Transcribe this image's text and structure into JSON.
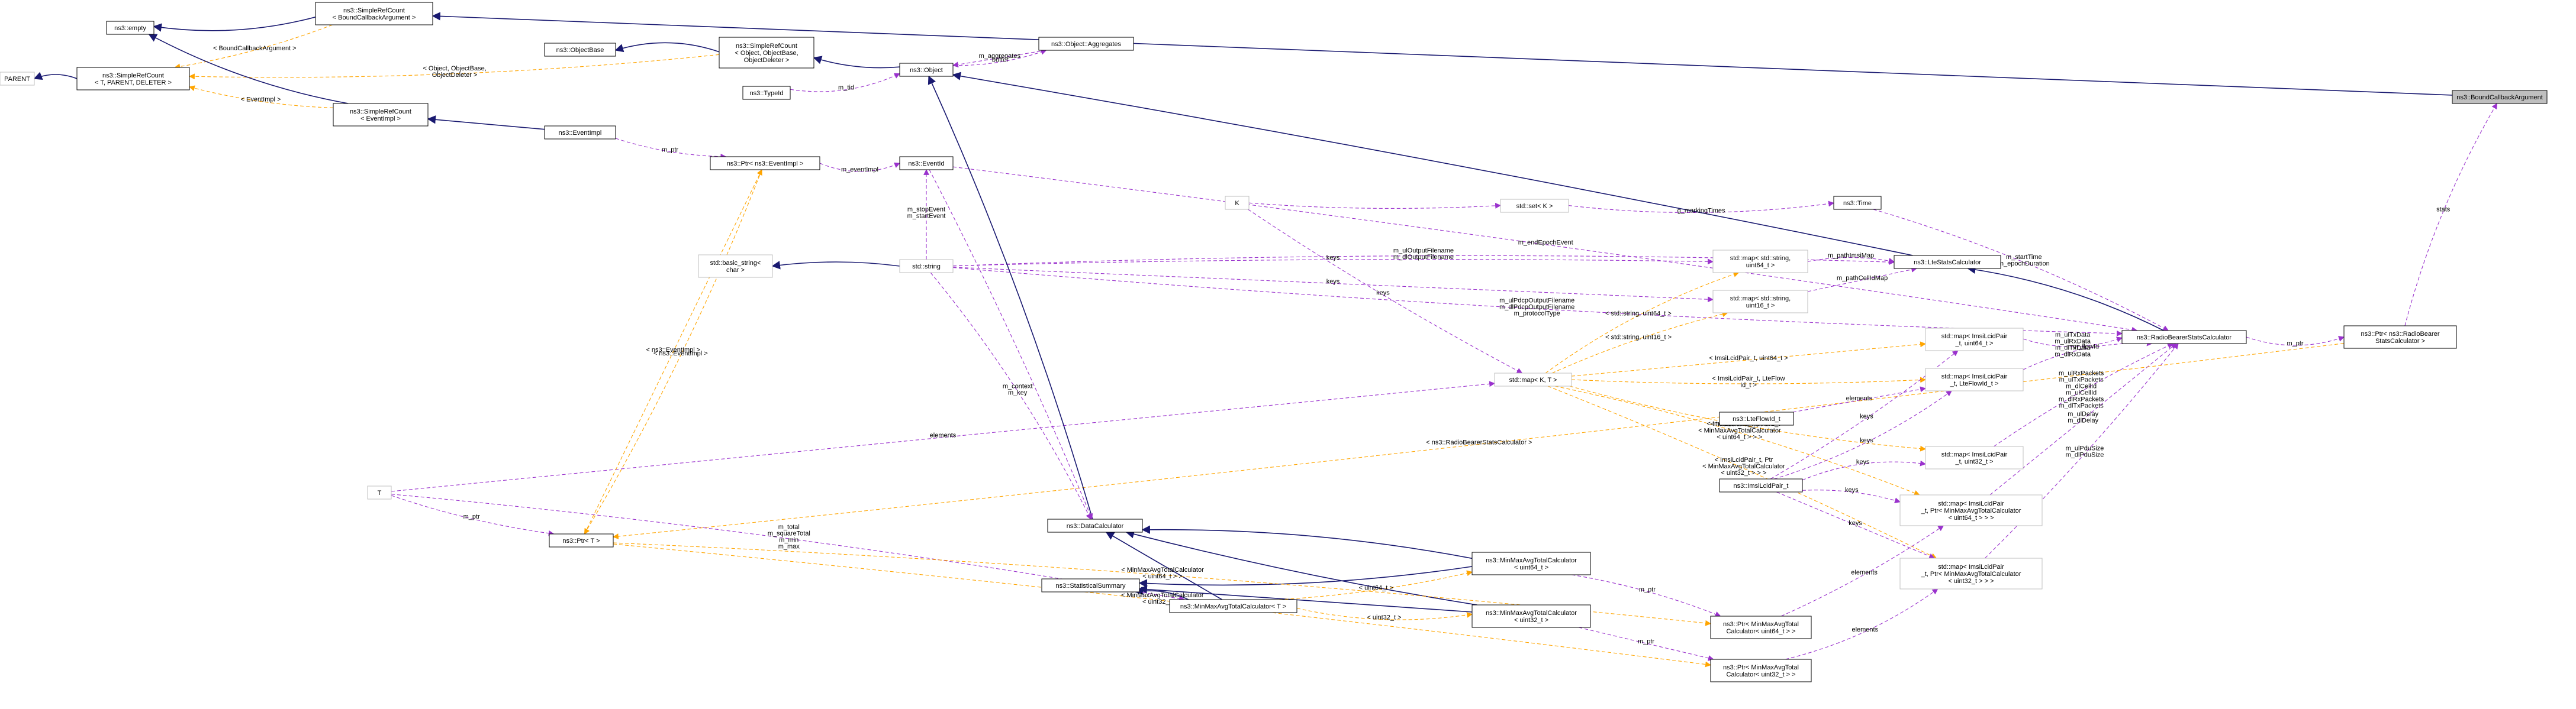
{
  "colors": {
    "inherit_edge": "#191970",
    "usage_edge": "#9a32cd",
    "template_edge": "#ffa500",
    "node_border": "#000000",
    "external_border": "#bfbfbf",
    "highlight_fill": "#bfbfbf",
    "text": "#000000"
  },
  "nodes": [
    {
      "id": "bound",
      "lines": [
        "ns3::BoundCallbackArgument"
      ],
      "kind": "highlight"
    },
    {
      "id": "empty",
      "lines": [
        "ns3::empty"
      ],
      "kind": "normal"
    },
    {
      "id": "srcbound",
      "lines": [
        "ns3::SimpleRefCount",
        "< BoundCallbackArgument >"
      ],
      "kind": "normal"
    },
    {
      "id": "parent",
      "lines": [
        "PARENT"
      ],
      "kind": "external"
    },
    {
      "id": "srctpl",
      "lines": [
        "ns3::SimpleRefCount",
        "< T, PARENT, DELETER >"
      ],
      "kind": "normal"
    },
    {
      "id": "objbase",
      "lines": [
        "ns3::ObjectBase"
      ],
      "kind": "normal"
    },
    {
      "id": "srcobj",
      "lines": [
        "ns3::SimpleRefCount",
        "< Object, ObjectBase,",
        "ObjectDeleter >"
      ],
      "kind": "normal"
    },
    {
      "id": "object",
      "lines": [
        "ns3::Object"
      ],
      "kind": "normal"
    },
    {
      "id": "aggregates",
      "lines": [
        "ns3::Object::Aggregates"
      ],
      "kind": "normal"
    },
    {
      "id": "typeid",
      "lines": [
        "ns3::TypeId"
      ],
      "kind": "normal"
    },
    {
      "id": "srcevent",
      "lines": [
        "ns3::SimpleRefCount",
        "< EventImpl >"
      ],
      "kind": "normal"
    },
    {
      "id": "eventimpl",
      "lines": [
        "ns3::EventImpl"
      ],
      "kind": "normal"
    },
    {
      "id": "ptrevent",
      "lines": [
        "ns3::Ptr< ns3::EventImpl >"
      ],
      "kind": "normal"
    },
    {
      "id": "eventid",
      "lines": [
        "ns3::EventId"
      ],
      "kind": "normal"
    },
    {
      "id": "basicstring",
      "lines": [
        "std::basic_string<",
        "char >"
      ],
      "kind": "external"
    },
    {
      "id": "stdstring",
      "lines": [
        "std::string"
      ],
      "kind": "external"
    },
    {
      "id": "K",
      "lines": [
        "K"
      ],
      "kind": "external"
    },
    {
      "id": "setk",
      "lines": [
        "std::set< K >"
      ],
      "kind": "external"
    },
    {
      "id": "time",
      "lines": [
        "ns3::Time"
      ],
      "kind": "normal"
    },
    {
      "id": "mapstr64",
      "lines": [
        "std::map< std::string,",
        "uint64_t >"
      ],
      "kind": "external"
    },
    {
      "id": "mapstr16",
      "lines": [
        "std::map< std::string,",
        "uint16_t >"
      ],
      "kind": "external"
    },
    {
      "id": "ltestats",
      "lines": [
        "ns3::LteStatsCalculator"
      ],
      "kind": "normal"
    },
    {
      "id": "stdmapk",
      "lines": [
        "std::map< K, T >"
      ],
      "kind": "external"
    },
    {
      "id": "mapimsi64",
      "lines": [
        "std::map< ImsiLcidPair",
        "_t, uint64_t >"
      ],
      "kind": "external"
    },
    {
      "id": "mapimsiflow",
      "lines": [
        "std::map< ImsiLcidPair",
        "_t, LteFlowId_t >"
      ],
      "kind": "external"
    },
    {
      "id": "lteflowid",
      "lines": [
        "ns3::LteFlowId_t"
      ],
      "kind": "normal"
    },
    {
      "id": "mapimsi32",
      "lines": [
        "std::map< ImsiLcidPair",
        "_t, uint32_t >"
      ],
      "kind": "external"
    },
    {
      "id": "imsilcid",
      "lines": [
        "ns3::ImsiLcidPair_t"
      ],
      "kind": "normal"
    },
    {
      "id": "rbstats",
      "lines": [
        "ns3::RadioBearerStatsCalculator"
      ],
      "kind": "normal"
    },
    {
      "id": "ptrrb",
      "lines": [
        "ns3::Ptr< ns3::RadioBearer",
        "StatsCalculator >"
      ],
      "kind": "normal"
    },
    {
      "id": "Tnode",
      "lines": [
        "T"
      ],
      "kind": "external"
    },
    {
      "id": "ptrT",
      "lines": [
        "ns3::Ptr< T >"
      ],
      "kind": "normal"
    },
    {
      "id": "datacalc",
      "lines": [
        "ns3::DataCalculator"
      ],
      "kind": "normal"
    },
    {
      "id": "statsum",
      "lines": [
        "ns3::StatisticalSummary"
      ],
      "kind": "normal"
    },
    {
      "id": "mmatT",
      "lines": [
        "ns3::MinMaxAvgTotalCalculator< T >"
      ],
      "kind": "normal"
    },
    {
      "id": "mmat64",
      "lines": [
        "ns3::MinMaxAvgTotalCalculator",
        "< uint64_t >"
      ],
      "kind": "normal"
    },
    {
      "id": "mmat32",
      "lines": [
        "ns3::MinMaxAvgTotalCalculator",
        "< uint32_t >"
      ],
      "kind": "normal"
    },
    {
      "id": "mapimsiptr64",
      "lines": [
        "std::map< ImsiLcidPair",
        "_t, Ptr< MinMaxAvgTotalCalculator",
        "< uint64_t > > >"
      ],
      "kind": "external"
    },
    {
      "id": "mapimsiptr32",
      "lines": [
        "std::map< ImsiLcidPair",
        "_t, Ptr< MinMaxAvgTotalCalculator",
        "< uint32_t > > >"
      ],
      "kind": "external"
    },
    {
      "id": "ptrmmat64",
      "lines": [
        "ns3::Ptr< MinMaxAvgTotal",
        "Calculator< uint64_t > >"
      ],
      "kind": "normal"
    },
    {
      "id": "ptrmmat32",
      "lines": [
        "ns3::Ptr< MinMaxAvgTotal",
        "Calculator< uint32_t > >"
      ],
      "kind": "normal"
    }
  ],
  "edges": [
    {
      "from": "srcbound",
      "to": "empty",
      "type": "inherit",
      "label": []
    },
    {
      "from": "srcbound",
      "to": "srctpl",
      "type": "template",
      "label": [
        "< BoundCallbackArgument >"
      ]
    },
    {
      "from": "bound",
      "to": "srcbound",
      "type": "inherit",
      "label": []
    },
    {
      "from": "srctpl",
      "to": "parent",
      "type": "inherit",
      "label": []
    },
    {
      "from": "srcobj",
      "to": "objbase",
      "type": "inherit",
      "label": []
    },
    {
      "from": "srcobj",
      "to": "srctpl",
      "type": "template",
      "label": [
        "< Object, ObjectBase,",
        "ObjectDeleter >"
      ]
    },
    {
      "from": "object",
      "to": "srcobj",
      "type": "inherit",
      "label": []
    },
    {
      "from": "aggregates",
      "to": "object",
      "type": "usage",
      "label": [
        "m_aggregates"
      ]
    },
    {
      "from": "object",
      "to": "aggregates",
      "type": "usage",
      "label": [
        "buffer"
      ]
    },
    {
      "from": "typeid",
      "to": "object",
      "type": "usage",
      "label": [
        "m_tid"
      ]
    },
    {
      "from": "srcevent",
      "to": "empty",
      "type": "inherit",
      "label": []
    },
    {
      "from": "srcevent",
      "to": "srctpl",
      "type": "template",
      "label": [
        "< EventImpl >"
      ]
    },
    {
      "from": "eventimpl",
      "to": "srcevent",
      "type": "inherit",
      "label": []
    },
    {
      "from": "eventimpl",
      "to": "ptrevent",
      "type": "usage",
      "label": [
        "m_ptr"
      ]
    },
    {
      "from": "ptrevent",
      "to": "eventid",
      "type": "usage",
      "label": [
        "m_eventImpl"
      ]
    },
    {
      "from": "ptrevent",
      "to": "ptrT",
      "type": "template",
      "label": [
        "< ns3::EventImpl >"
      ]
    },
    {
      "from": "eventid",
      "to": "rbstats",
      "type": "usage",
      "label": [
        "m_endEpochEvent"
      ]
    },
    {
      "from": "stdstring",
      "to": "eventid",
      "type": "usage",
      "label": [
        "m_stopEvent",
        "m_startEvent"
      ]
    },
    {
      "from": "stdstring",
      "to": "basicstring",
      "type": "inherit",
      "label": []
    },
    {
      "from": "stdstring",
      "to": "rbstats",
      "type": "usage",
      "label": [
        "m_ulPdcpOutputFilename",
        "m_dlPdcpOutputFilename",
        "m_protocolType"
      ]
    },
    {
      "from": "stdstring",
      "to": "ltestats",
      "type": "usage",
      "label": [
        "m_ulOutputFilename",
        "m_dlOutputFilename"
      ]
    },
    {
      "from": "stdstring",
      "to": "mapstr64",
      "type": "usage",
      "label": [
        "keys"
      ]
    },
    {
      "from": "stdstring",
      "to": "mapstr16",
      "type": "usage",
      "label": [
        "keys"
      ]
    },
    {
      "from": "K",
      "to": "setk",
      "type": "usage",
      "label": []
    },
    {
      "from": "setk",
      "to": "time",
      "type": "usage",
      "label": [
        "g_markingTimes"
      ]
    },
    {
      "from": "time",
      "to": "rbstats",
      "type": "usage",
      "label": [
        "m_startTime",
        "m_epochDuration"
      ]
    },
    {
      "from": "mapstr64",
      "to": "ltestats",
      "type": "usage",
      "label": [
        "m_pathImsiMap"
      ]
    },
    {
      "from": "mapstr16",
      "to": "ltestats",
      "type": "usage",
      "label": [
        "m_pathCellIdMap"
      ]
    },
    {
      "from": "ltestats",
      "to": "object",
      "type": "inherit",
      "label": []
    },
    {
      "from": "rbstats",
      "to": "ltestats",
      "type": "inherit",
      "label": []
    },
    {
      "from": "stdmapk",
      "to": "mapstr64",
      "type": "template",
      "label": [
        "< std::string, uint64_t >"
      ]
    },
    {
      "from": "stdmapk",
      "to": "mapstr16",
      "type": "template",
      "label": [
        "< std::string, uint16_t >"
      ]
    },
    {
      "from": "stdmapk",
      "to": "mapimsi64",
      "type": "template",
      "label": [
        "< ImsiLcidPair_t, uint64_t >"
      ]
    },
    {
      "from": "stdmapk",
      "to": "mapimsiflow",
      "type": "template",
      "label": [
        "< ImsiLcidPair_t, LteFlow",
        "Id_t >"
      ]
    },
    {
      "from": "stdmapk",
      "to": "mapimsi32",
      "type": "template",
      "label": [
        "< ImsiLcidPair_t, uint32_t >"
      ]
    },
    {
      "from": "stdmapk",
      "to": "mapimsiptr64",
      "type": "template",
      "label": [
        "< ImsiLcidPair_t, Ptr",
        "< MinMaxAvgTotalCalculator",
        "< uint64_t > > >"
      ]
    },
    {
      "from": "stdmapk",
      "to": "mapimsiptr32",
      "type": "template",
      "label": [
        "< ImsiLcidPair_t, Ptr",
        "< MinMaxAvgTotalCalculator",
        "< uint32_t > > >"
      ]
    },
    {
      "from": "Tnode",
      "to": "stdmapk",
      "type": "usage",
      "label": [
        "elements"
      ]
    },
    {
      "from": "K",
      "to": "stdmapk",
      "type": "usage",
      "label": [
        "keys"
      ]
    },
    {
      "from": "mapimsi64",
      "to": "rbstats",
      "type": "usage",
      "label": [
        "m_ulTxData",
        "m_ulRxData",
        "m_dlTxData",
        "m_dlRxData"
      ]
    },
    {
      "from": "mapimsiflow",
      "to": "rbstats",
      "type": "usage",
      "label": [
        "m_flowId"
      ]
    },
    {
      "from": "mapimsi32",
      "to": "rbstats",
      "type": "usage",
      "label": [
        "m_ulRxPackets",
        "m_ulTxPackets",
        "m_dlCellId",
        "m_ulCellId",
        "m_dlRxPackets",
        "m_dlTxPackets"
      ]
    },
    {
      "from": "mapimsiptr64",
      "to": "rbstats",
      "type": "usage",
      "label": [
        "m_ulDelay",
        "m_dlDelay"
      ]
    },
    {
      "from": "mapimsiptr32",
      "to": "rbstats",
      "type": "usage",
      "label": [
        "m_ulPduSize",
        "m_dlPduSize"
      ]
    },
    {
      "from": "rbstats",
      "to": "ptrrb",
      "type": "usage",
      "label": [
        "m_ptr"
      ]
    },
    {
      "from": "ptrrb",
      "to": "bound",
      "type": "usage",
      "label": [
        "stats"
      ]
    },
    {
      "from": "ptrrb",
      "to": "ptrT",
      "type": "template",
      "label": [
        "< ns3::RadioBearerStatsCalculator >"
      ]
    },
    {
      "from": "lteflowid",
      "to": "mapimsiflow",
      "type": "usage",
      "label": [
        "elements"
      ]
    },
    {
      "from": "imsilcid",
      "to": "mapimsi64",
      "type": "usage",
      "label": [
        "keys"
      ]
    },
    {
      "from": "imsilcid",
      "to": "mapimsiflow",
      "type": "usage",
      "label": [
        "keys"
      ]
    },
    {
      "from": "imsilcid",
      "to": "mapimsi32",
      "type": "usage",
      "label": [
        "keys"
      ]
    },
    {
      "from": "imsilcid",
      "to": "mapimsiptr64",
      "type": "usage",
      "label": [
        "keys"
      ]
    },
    {
      "from": "imsilcid",
      "to": "mapimsiptr32",
      "type": "usage",
      "label": [
        "keys"
      ]
    },
    {
      "from": "Tnode",
      "to": "ptrT",
      "type": "usage",
      "label": [
        "m_ptr"
      ]
    },
    {
      "from": "datacalc",
      "to": "object",
      "type": "inherit",
      "label": []
    },
    {
      "from": "stdstring",
      "to": "datacalc",
      "type": "usage",
      "label": [
        "m_context",
        "m_key"
      ]
    },
    {
      "from": "eventid",
      "to": "datacalc",
      "type": "usage",
      "label": []
    },
    {
      "from": "mmatT",
      "to": "datacalc",
      "type": "inherit",
      "label": []
    },
    {
      "from": "mmatT",
      "to": "statsum",
      "type": "inherit",
      "label": []
    },
    {
      "from": "mmat64",
      "to": "datacalc",
      "type": "inherit",
      "label": []
    },
    {
      "from": "mmat64",
      "to": "statsum",
      "type": "inherit",
      "label": []
    },
    {
      "from": "mmat32",
      "to": "datacalc",
      "type": "inherit",
      "label": []
    },
    {
      "from": "mmat32",
      "to": "statsum",
      "type": "inherit",
      "label": []
    },
    {
      "from": "mmatT",
      "to": "mmat64",
      "type": "template",
      "label": [
        "< uint64_t >"
      ]
    },
    {
      "from": "mmatT",
      "to": "mmat32",
      "type": "template",
      "label": [
        "< uint32_t >"
      ]
    },
    {
      "from": "Tnode",
      "to": "mmatT",
      "type": "usage",
      "label": [
        "m_total",
        "m_squareTotal",
        "m_min",
        "m_max"
      ]
    },
    {
      "from": "mmat64",
      "to": "ptrmmat64",
      "type": "usage",
      "label": [
        "m_ptr"
      ]
    },
    {
      "from": "mmat32",
      "to": "ptrmmat32",
      "type": "usage",
      "label": [
        "m_ptr"
      ]
    },
    {
      "from": "ptrmmat64",
      "to": "mapimsiptr64",
      "type": "usage",
      "label": [
        "elements"
      ]
    },
    {
      "from": "ptrmmat32",
      "to": "mapimsiptr32",
      "type": "usage",
      "label": [
        "elements"
      ]
    },
    {
      "from": "ptrT",
      "to": "ptrmmat64",
      "type": "template",
      "label": [
        "< MinMaxAvgTotalCalculator",
        "< uint64_t > >"
      ]
    },
    {
      "from": "ptrT",
      "to": "ptrmmat32",
      "type": "template",
      "label": [
        "< MinMaxAvgTotalCalculator",
        "< uint32_t > >"
      ]
    },
    {
      "from": "ptrT",
      "to": "ptrevent",
      "type": "template",
      "label": [
        "< ns3::EventImpl >"
      ]
    }
  ]
}
